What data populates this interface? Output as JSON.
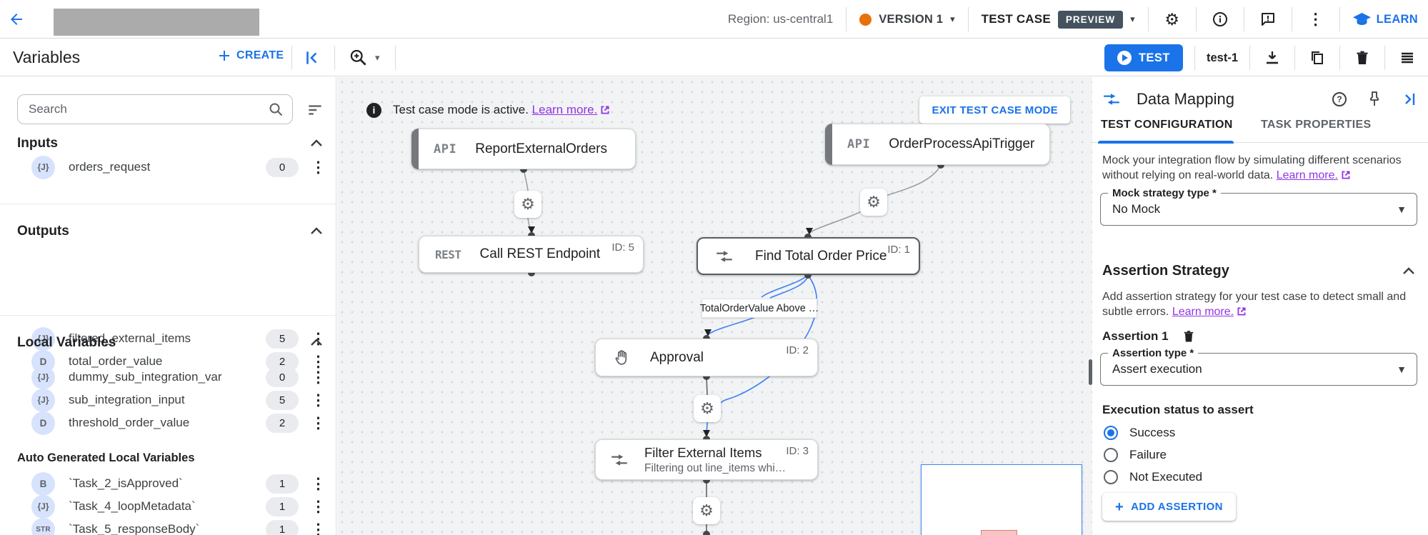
{
  "header": {
    "region_label": "Region: us-central1",
    "version_label": "VERSION 1",
    "test_case_label": "TEST CASE",
    "preview_badge": "PREVIEW",
    "learn_label": "LEARN"
  },
  "toolbar": {
    "title": "Variables",
    "create_label": "CREATE",
    "test_button_label": "TEST",
    "test_case_name": "test-1"
  },
  "sidebar": {
    "search_placeholder": "Search",
    "sections": [
      {
        "title": "Inputs",
        "items": [
          {
            "type": "{J}",
            "name": "orders_request",
            "count": "0"
          }
        ]
      },
      {
        "title": "Outputs",
        "items": [
          {
            "type": "{J}",
            "name": "filtered_external_items",
            "count": "5"
          },
          {
            "type": "D",
            "name": "total_order_value",
            "count": "2"
          }
        ]
      },
      {
        "title": "Local Variables",
        "items": [
          {
            "type": "{J}",
            "name": "dummy_sub_integration_var",
            "count": "0"
          },
          {
            "type": "{J}",
            "name": "sub_integration_input",
            "count": "5"
          },
          {
            "type": "D",
            "name": "threshold_order_value",
            "count": "2"
          }
        ]
      },
      {
        "title": "Auto Generated Local Variables",
        "items": [
          {
            "type": "B",
            "name": "`Task_2_isApproved`",
            "count": "1"
          },
          {
            "type": "{J}",
            "name": "`Task_4_loopMetadata`",
            "count": "1"
          },
          {
            "type": "STR",
            "name": "`Task_5_responseBody`",
            "count": "1"
          }
        ]
      }
    ]
  },
  "canvas": {
    "banner": {
      "text": "Test case mode is active.",
      "link": "Learn more.",
      "exit_button": "EXIT TEST CASE MODE"
    },
    "nodes": [
      {
        "badge": "API",
        "title": "ReportExternalOrders"
      },
      {
        "badge": "API",
        "title": "OrderProcessApiTrigger"
      },
      {
        "badge": "REST",
        "title": "Call REST Endpoint",
        "id": "ID: 5"
      },
      {
        "title": "Find Total Order Price",
        "id": "ID: 1"
      },
      {
        "title": "Approval",
        "id": "ID: 2"
      },
      {
        "title": "Filter External Items",
        "subtitle": "Filtering out line_items whi…",
        "id": "ID: 3"
      }
    ],
    "edge_label": "TotalOrderValue Above …"
  },
  "panel": {
    "title": "Data Mapping",
    "tabs": [
      {
        "label": "TEST CONFIGURATION"
      },
      {
        "label": "TASK PROPERTIES"
      }
    ],
    "mock": {
      "description": "Mock your integration flow by simulating different scenarios without relying on real-world data.",
      "link": "Learn more.",
      "field_label": "Mock strategy type *",
      "value": "No Mock"
    },
    "assertion": {
      "section_title": "Assertion Strategy",
      "description": "Add assertion strategy for your test case to detect small and subtle errors.",
      "link": "Learn more.",
      "item_title": "Assertion 1",
      "type_label": "Assertion type *",
      "type_value": "Assert execution",
      "status_label": "Execution status to assert",
      "options": [
        {
          "label": "Success",
          "selected": true
        },
        {
          "label": "Failure",
          "selected": false
        },
        {
          "label": "Not Executed",
          "selected": false
        }
      ],
      "add_button": "ADD ASSERTION"
    }
  },
  "colors": {
    "accent": "#1a73e8",
    "preview_badge_bg": "#44535f",
    "version_dot": "#e8710a",
    "link_purple": "#9334e6"
  }
}
